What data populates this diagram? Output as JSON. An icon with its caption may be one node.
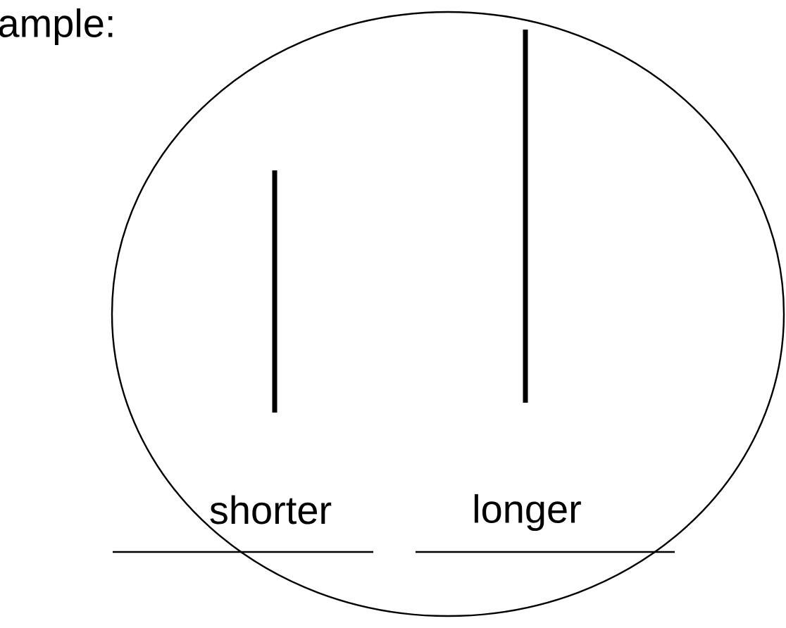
{
  "diagram": {
    "nodes": [
      {
        "text": [
          "shorter",
          "longer"
        ]
      }
    ],
    "labels": [
      "ample:"
    ]
  }
}
